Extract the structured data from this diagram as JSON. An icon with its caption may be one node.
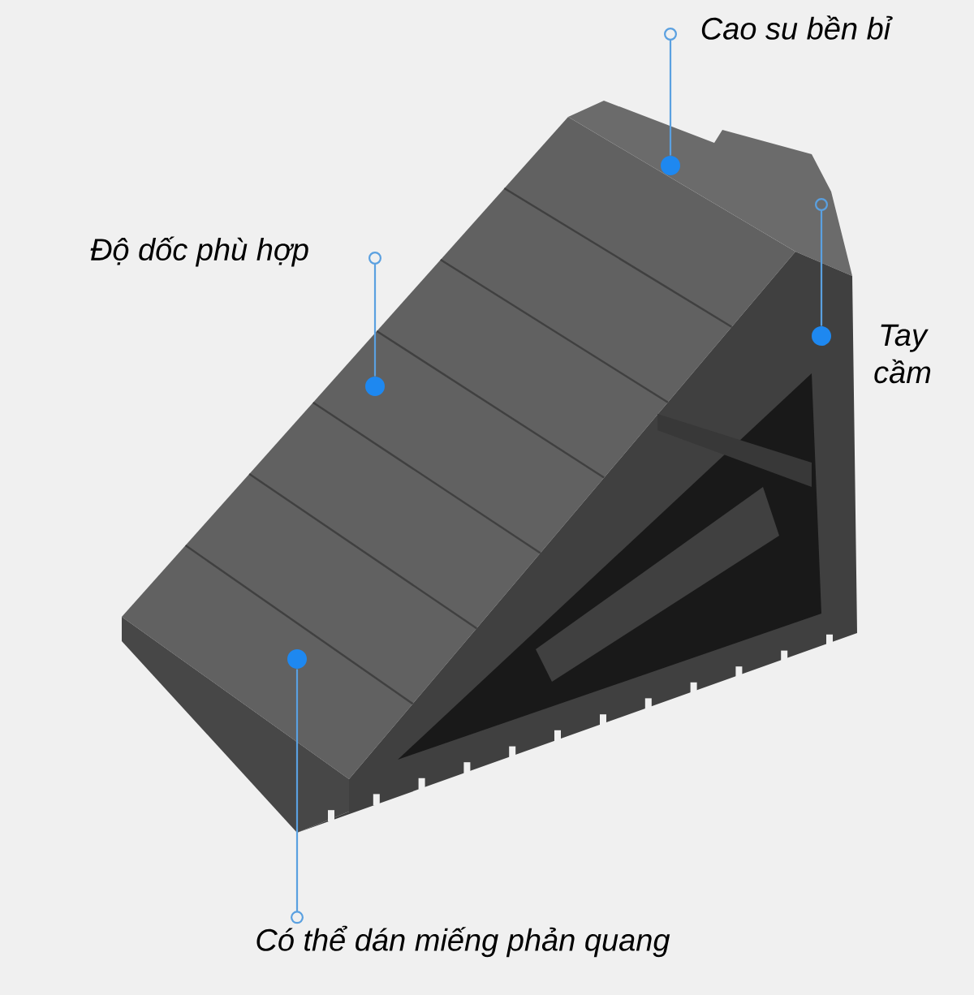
{
  "diagram": {
    "nodes": [
      {
        "text": [
          "Cao su bền bỉ"
        ]
      },
      {
        "text": [],
        "shape": "circle"
      },
      {
        "text": [
          "Độ dốc phù hợp"
        ]
      },
      {
        "text": [],
        "shape": "circle"
      },
      {
        "text": [],
        "shape": "circle"
      },
      {
        "text": [
          "Có thể dán miếng phản quang"
        ]
      },
      {
        "text": [],
        "shape": "circle"
      }
    ],
    "edges": [
      {
        "from": 0,
        "to": 1,
        "arrow": "other"
      },
      {
        "from": 2,
        "to": 3,
        "arrow": "other"
      },
      {
        "from": null,
        "to": 4,
        "arrow": "other"
      },
      {
        "from": 5,
        "to": 6,
        "arrow": "other"
      }
    ],
    "labels": [
      "Tay cầm"
    ]
  }
}
